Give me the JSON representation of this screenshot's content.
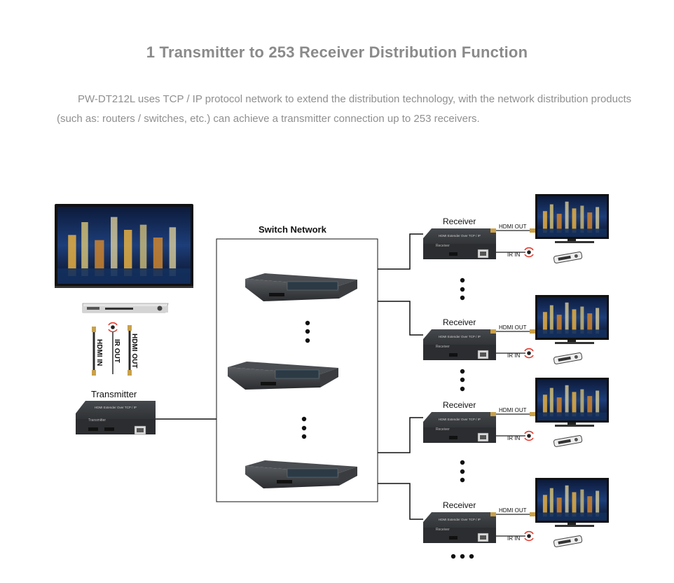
{
  "title": "1 Transmitter to 253 Receiver  Distribution Function",
  "description": "PW-DT212L uses TCP / IP protocol network to extend the distribution technology, with the network distribution products (such as: routers / switches, etc.) can achieve a transmitter connection up to 253 receivers.",
  "transmitter": {
    "label": "Transmitter",
    "device_text": "HDMI Extender Over TCP / IP",
    "device_sublabel": "Transmitter",
    "cable_labels": {
      "hdmi_in": "HDMI IN",
      "ir_out": "IR OUT",
      "hdmi_out": "HDMI OUT"
    }
  },
  "network": {
    "label": "Switch  Network"
  },
  "receivers": [
    {
      "label": "Receiver",
      "hdmi_out": "HDMI OUT",
      "ir_in": "IR IN",
      "device_text": "HDMI Extender Over TCP / IP",
      "device_sublabel": "Receiver"
    },
    {
      "label": "Receiver",
      "hdmi_out": "HDMI OUT",
      "ir_in": "IR IN",
      "device_text": "HDMI Extender Over TCP / IP",
      "device_sublabel": "Receiver"
    },
    {
      "label": "Receiver",
      "hdmi_out": "HDMI OUT",
      "ir_in": "IR IN",
      "device_text": "HDMI Extender Over TCP / IP",
      "device_sublabel": "Receiver"
    },
    {
      "label": "Receiver",
      "hdmi_out": "HDMI OUT",
      "ir_in": "IR IN",
      "device_text": "HDMI Extender Over TCP / IP",
      "device_sublabel": "Receiver"
    }
  ],
  "colors": {
    "title": "#8a8a8a",
    "description": "#8f8f8f",
    "device": "#2e3033",
    "line": "#111111",
    "ir": "#e23b2e"
  }
}
